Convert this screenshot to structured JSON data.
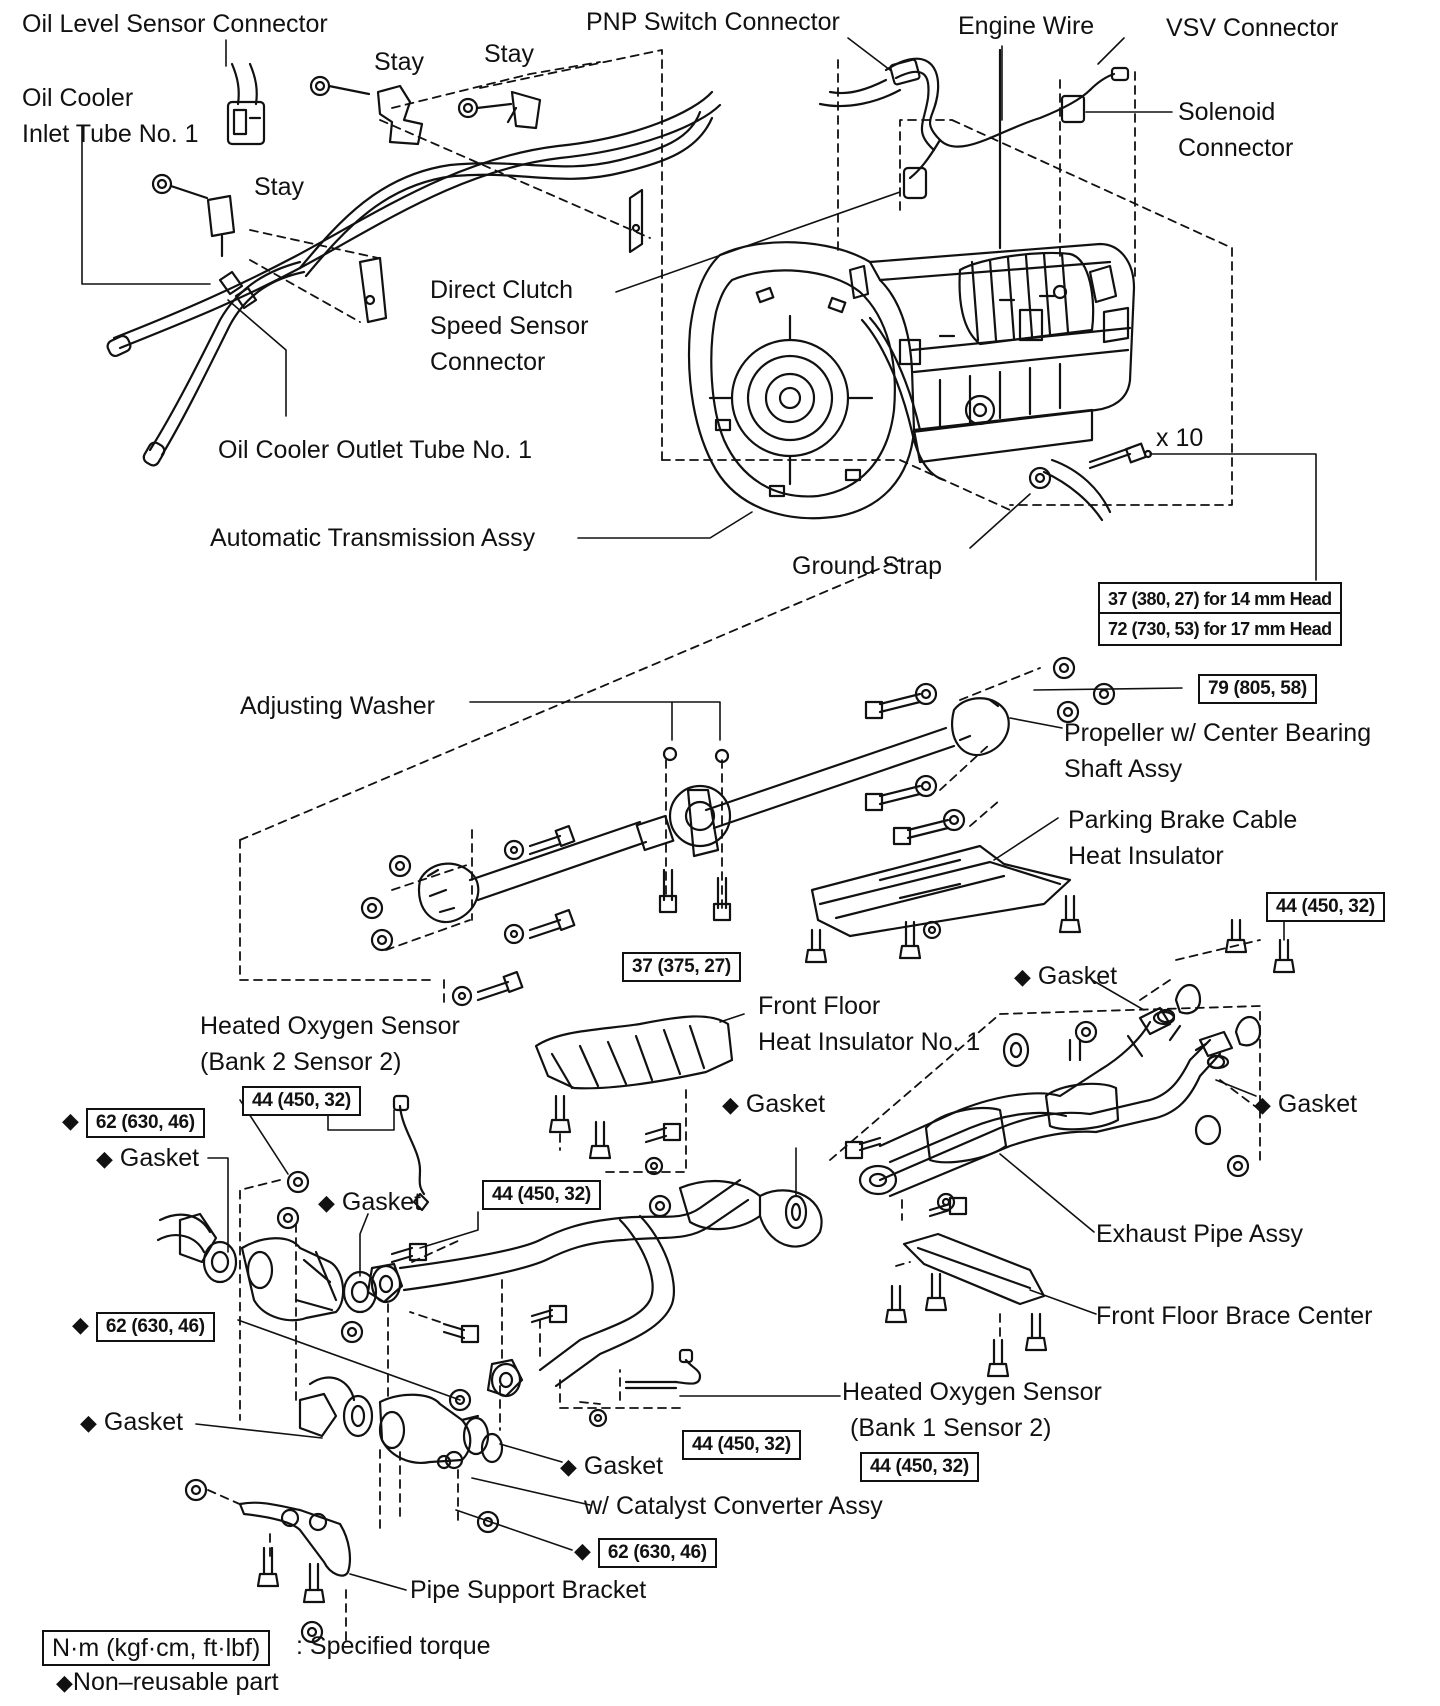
{
  "symbols": {
    "diamond": "◆"
  },
  "labels": {
    "oil_level_sensor_connector": "Oil Level Sensor Connector",
    "oil_cooler_inlet_1": "Oil Cooler",
    "oil_cooler_inlet_2": "Inlet Tube No. 1",
    "stay": "Stay",
    "pnp_switch_connector": "PNP Switch Connector",
    "engine_wire": "Engine Wire",
    "vsv_connector": "VSV Connector",
    "solenoid_connector_1": "Solenoid",
    "solenoid_connector_2": "Connector",
    "direct_clutch_1": "Direct Clutch",
    "direct_clutch_2": "Speed Sensor",
    "direct_clutch_3": "Connector",
    "oil_cooler_outlet": "Oil Cooler Outlet Tube No. 1",
    "x10": "x 10",
    "automatic_transmission": "Automatic Transmission Assy",
    "ground_strap": "Ground Strap",
    "adjusting_washer": "Adjusting Washer",
    "propeller_1": "Propeller w/ Center Bearing",
    "propeller_2": "Shaft Assy",
    "parking_brake_1": "Parking Brake Cable",
    "parking_brake_2": "Heat Insulator",
    "gasket": "Gasket",
    "front_floor_heat_1": "Front Floor",
    "front_floor_heat_2": "Heat Insulator No. 1",
    "heated_o2_bank2_1": "Heated Oxygen Sensor",
    "heated_o2_bank2_2": "(Bank 2 Sensor 2)",
    "exhaust_pipe": "Exhaust Pipe Assy",
    "front_floor_brace": "Front Floor Brace Center",
    "heated_o2_bank1_1": "Heated Oxygen Sensor",
    "heated_o2_bank1_2": "(Bank 1 Sensor 2)",
    "catalyst_converter": "w/ Catalyst Converter Assy",
    "pipe_support_bracket": "Pipe Support Bracket"
  },
  "torque": {
    "t_14mm": "37 (380, 27) for 14 mm Head",
    "t_17mm": "72 (730, 53) for 17 mm Head",
    "t_79": "79 (805, 58)",
    "t_37": "37 (375, 27)",
    "t_44": "44 (450, 32)",
    "t_62": "62 (630, 46)"
  },
  "legend": {
    "unit": "N·m (kgf·cm, ft·lbf)",
    "specified": ": Specified torque",
    "nonreusable": "Non–reusable part"
  }
}
